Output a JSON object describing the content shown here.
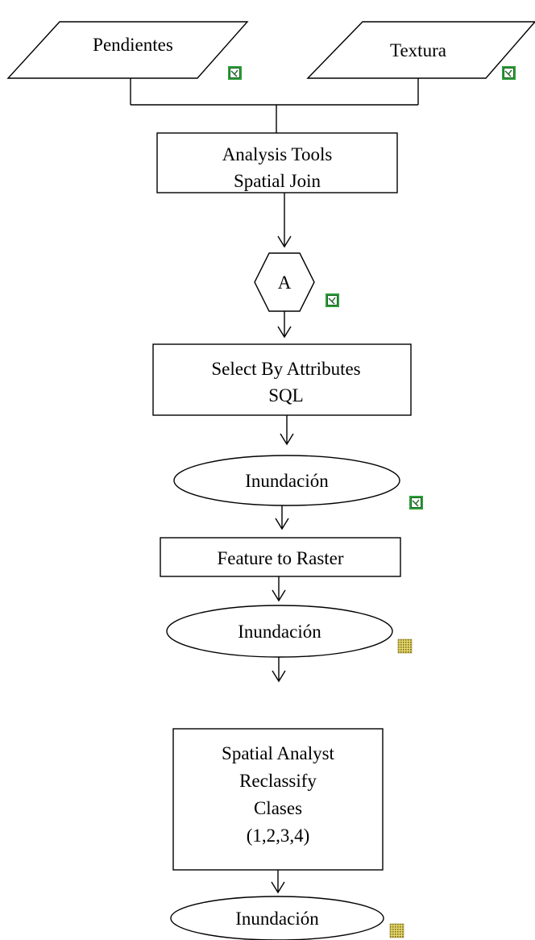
{
  "nodes": {
    "pendientes": {
      "label": "Pendientes",
      "shape": "parallelogram",
      "icon": "feature-layer-icon"
    },
    "textura": {
      "label": "Textura",
      "shape": "parallelogram",
      "icon": "feature-layer-icon"
    },
    "spatial_join": {
      "lines": [
        "Analysis Tools",
        "Spatial Join"
      ],
      "shape": "rectangle"
    },
    "a": {
      "label": "A",
      "shape": "hexagon",
      "icon": "feature-layer-icon"
    },
    "select_attr": {
      "lines": [
        "Select By Attributes",
        "SQL"
      ],
      "shape": "rectangle"
    },
    "inundacion_1": {
      "label": "Inundación",
      "shape": "ellipse",
      "icon": "feature-layer-icon"
    },
    "feature_to_raster": {
      "label": "Feature to Raster",
      "shape": "rectangle"
    },
    "inundacion_2": {
      "label": "Inundación",
      "shape": "ellipse",
      "icon": "raster-layer-icon"
    },
    "reclassify": {
      "lines": [
        "Spatial Analyst",
        "Reclassify",
        "Clases",
        "(1,2,3,4)"
      ],
      "shape": "rectangle"
    },
    "inundacion_3": {
      "label": "Inundación",
      "shape": "ellipse",
      "icon": "raster-layer-icon"
    }
  },
  "colors": {
    "stroke": "#000000",
    "feature_icon_green": "#2e9e3a",
    "raster_icon_yellow": "#d9c94a"
  }
}
